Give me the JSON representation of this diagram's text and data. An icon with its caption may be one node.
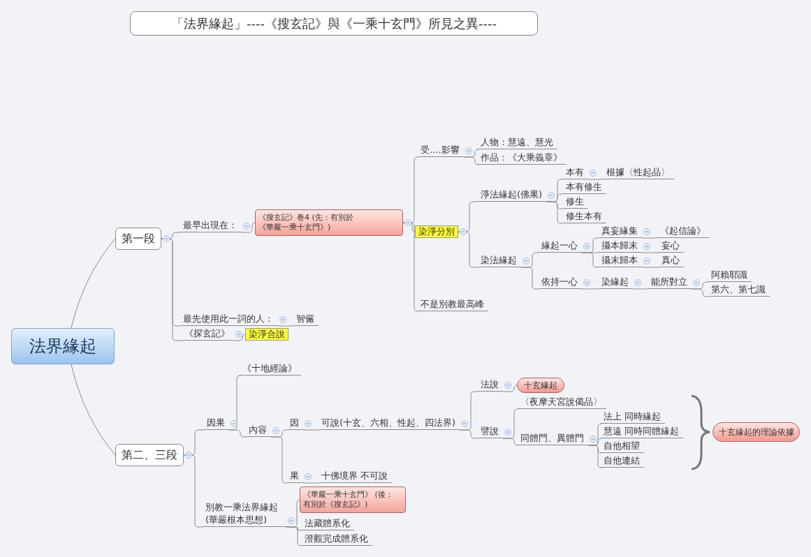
{
  "diagram": {
    "title": "「法界緣起」----《搜玄記》與《一乘十玄門》所見之異----",
    "nodes": [
      {
        "text": [
          "法界緣起"
        ]
      },
      {
        "text": [
          "第一段"
        ]
      },
      {
        "text": [
          "最早出現在："
        ]
      },
      {
        "text": [
          "《搜玄記》卷4 (先：有別於《華嚴一乘十玄門》)"
        ]
      },
      {
        "text": [
          "染淨分別"
        ]
      },
      {
        "text": [
          "受....影響"
        ]
      },
      {
        "text": [
          "人物：慧遠、慧光"
        ]
      },
      {
        "text": [
          "作品：《大乘義章》"
        ]
      },
      {
        "text": [
          "淨法緣起(佛果)"
        ]
      },
      {
        "text": [
          "本有"
        ]
      },
      {
        "text": [
          "根據〈性起品〉"
        ]
      },
      {
        "text": [
          "本有修生"
        ]
      },
      {
        "text": [
          "修生"
        ]
      },
      {
        "text": [
          "修生本有"
        ]
      },
      {
        "text": [
          "染法緣起"
        ]
      },
      {
        "text": [
          "緣起一心"
        ]
      },
      {
        "text": [
          "真妄緣集"
        ]
      },
      {
        "text": [
          "《起信論》"
        ]
      },
      {
        "text": [
          "攝本歸末"
        ]
      },
      {
        "text": [
          "妄心"
        ]
      },
      {
        "text": [
          "攝末歸本"
        ]
      },
      {
        "text": [
          "真心"
        ]
      },
      {
        "text": [
          "依持一心"
        ]
      },
      {
        "text": [
          "染緣起"
        ]
      },
      {
        "text": [
          "能所對立"
        ]
      },
      {
        "text": [
          "阿賴耶識"
        ]
      },
      {
        "text": [
          "第六、第七識"
        ]
      },
      {
        "text": [
          "不是別教最高峰"
        ]
      },
      {
        "text": [
          "最先使用此一詞的人："
        ]
      },
      {
        "text": [
          "智儼"
        ]
      },
      {
        "text": [
          "《探玄記》"
        ]
      },
      {
        "text": [
          "染淨合說"
        ]
      },
      {
        "text": [
          "第二、三段"
        ]
      },
      {
        "text": [
          "因果"
        ]
      },
      {
        "text": [
          "《十地經論》"
        ]
      },
      {
        "text": [
          "內容"
        ]
      },
      {
        "text": [
          "因"
        ]
      },
      {
        "text": [
          "可說(十玄、六相、性起、四法界)"
        ]
      },
      {
        "text": [
          "法說"
        ]
      },
      {
        "text": [
          "十玄緣起"
        ]
      },
      {
        "text": [
          "譬說"
        ]
      },
      {
        "text": [
          "〈夜摩天宮說偈品〉"
        ]
      },
      {
        "text": [
          "同體門、異體門"
        ]
      },
      {
        "text": [
          "法上 同時緣起"
        ]
      },
      {
        "text": [
          "慧遠 同時同體緣起"
        ]
      },
      {
        "text": [
          "自他相望"
        ]
      },
      {
        "text": [
          "自他連結"
        ]
      },
      {
        "text": [
          "十玄緣起的理論依據"
        ]
      },
      {
        "text": [
          "果"
        ]
      },
      {
        "text": [
          "十佛境界 不可說"
        ]
      },
      {
        "text": [
          "別教一乘法界緣起 (華嚴根本思想)"
        ]
      },
      {
        "text": [
          "《華嚴一乘十玄門》 (後：有別於《搜玄記》)"
        ]
      },
      {
        "text": [
          "法藏體系化"
        ]
      },
      {
        "text": [
          "澄觀完成體系化"
        ]
      }
    ],
    "edges": [
      {
        "from": 0,
        "to": 1,
        "arrow": "none"
      },
      {
        "from": 0,
        "to": 32,
        "arrow": "none"
      },
      {
        "from": 1,
        "to": 2,
        "arrow": "none"
      },
      {
        "from": 1,
        "to": 28,
        "arrow": "none"
      },
      {
        "from": 1,
        "to": 30,
        "arrow": "none"
      },
      {
        "from": 2,
        "to": 3,
        "arrow": "none"
      },
      {
        "from": 3,
        "to": 5,
        "arrow": "none"
      },
      {
        "from": 3,
        "to": 4,
        "arrow": "none"
      },
      {
        "from": 3,
        "to": 27,
        "arrow": "none"
      },
      {
        "from": 5,
        "to": 6,
        "arrow": "none"
      },
      {
        "from": 5,
        "to": 7,
        "arrow": "none"
      },
      {
        "from": 4,
        "to": 8,
        "arrow": "none"
      },
      {
        "from": 4,
        "to": 14,
        "arrow": "none"
      },
      {
        "from": 8,
        "to": 9,
        "arrow": "none"
      },
      {
        "from": 9,
        "to": 10,
        "arrow": "none"
      },
      {
        "from": 8,
        "to": 11,
        "arrow": "none"
      },
      {
        "from": 8,
        "to": 12,
        "arrow": "none"
      },
      {
        "from": 8,
        "to": 13,
        "arrow": "none"
      },
      {
        "from": 14,
        "to": 15,
        "arrow": "none"
      },
      {
        "from": 14,
        "to": 22,
        "arrow": "none"
      },
      {
        "from": 15,
        "to": 16,
        "arrow": "none"
      },
      {
        "from": 16,
        "to": 17,
        "arrow": "none"
      },
      {
        "from": 15,
        "to": 18,
        "arrow": "none"
      },
      {
        "from": 18,
        "to": 19,
        "arrow": "none"
      },
      {
        "from": 15,
        "to": 20,
        "arrow": "none"
      },
      {
        "from": 20,
        "to": 21,
        "arrow": "none"
      },
      {
        "from": 22,
        "to": 23,
        "arrow": "none"
      },
      {
        "from": 23,
        "to": 24,
        "arrow": "none"
      },
      {
        "from": 24,
        "to": 25,
        "arrow": "none"
      },
      {
        "from": 24,
        "to": 26,
        "arrow": "none"
      },
      {
        "from": 28,
        "to": 29,
        "arrow": "none"
      },
      {
        "from": 30,
        "to": 31,
        "arrow": "none"
      },
      {
        "from": 32,
        "to": 33,
        "arrow": "none"
      },
      {
        "from": 32,
        "to": 50,
        "arrow": "none"
      },
      {
        "from": 33,
        "to": 34,
        "arrow": "none"
      },
      {
        "from": 33,
        "to": 35,
        "arrow": "none"
      },
      {
        "from": 35,
        "to": 36,
        "arrow": "none"
      },
      {
        "from": 35,
        "to": 48,
        "arrow": "none"
      },
      {
        "from": 36,
        "to": 37,
        "arrow": "none"
      },
      {
        "from": 37,
        "to": 38,
        "arrow": "none"
      },
      {
        "from": 37,
        "to": 40,
        "arrow": "none"
      },
      {
        "from": 38,
        "to": 39,
        "arrow": "none"
      },
      {
        "from": 40,
        "to": 41,
        "arrow": "none"
      },
      {
        "from": 40,
        "to": 42,
        "arrow": "none"
      },
      {
        "from": 42,
        "to": 43,
        "arrow": "none"
      },
      {
        "from": 42,
        "to": 44,
        "arrow": "none"
      },
      {
        "from": 42,
        "to": 45,
        "arrow": "none"
      },
      {
        "from": 42,
        "to": 46,
        "arrow": "none"
      },
      {
        "from": 48,
        "to": 49,
        "arrow": "none"
      },
      {
        "from": 50,
        "to": 51,
        "arrow": "none"
      },
      {
        "from": 50,
        "to": 52,
        "arrow": "none"
      },
      {
        "from": 50,
        "to": 53,
        "arrow": "none"
      }
    ]
  }
}
